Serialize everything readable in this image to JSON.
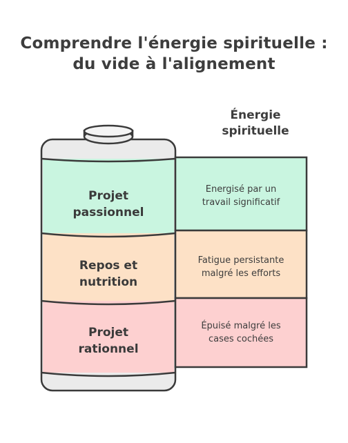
{
  "title": {
    "line1": "Comprendre l'énergie spirituelle :",
    "line2": "du vide à l'alignement"
  },
  "column_header": {
    "line1": "Énergie",
    "line2": "spirituelle"
  },
  "levels": [
    {
      "label_line1": "Projet",
      "label_line2": "passionnel",
      "description_line1": "Energisé par un",
      "description_line2": "travail significatif",
      "color": "#c9f5e0"
    },
    {
      "label_line1": "Repos et",
      "label_line2": "nutrition",
      "description_line1": "Fatigue persistante",
      "description_line2": "malgré les efforts",
      "color": "#fde1c6"
    },
    {
      "label_line1": "Projet",
      "label_line2": "rationnel",
      "description_line1": "Épuisé malgré les",
      "description_line2": "cases cochées",
      "color": "#fdd0d0"
    }
  ],
  "colors": {
    "outline": "#3a3a3a",
    "battery_body": "#ebebeb"
  }
}
